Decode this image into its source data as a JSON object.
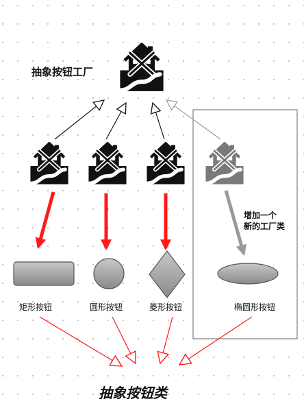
{
  "top_factory": {
    "label": "抽象按钮工厂",
    "icon": "factory-icon"
  },
  "factories": [
    {
      "name": "rectangle-factory",
      "icon": "factory-icon"
    },
    {
      "name": "circle-factory",
      "icon": "factory-icon"
    },
    {
      "name": "diamond-factory",
      "icon": "factory-icon"
    },
    {
      "name": "ellipse-factory",
      "icon": "factory-icon"
    }
  ],
  "new_factory_note": {
    "line1": "增加一个",
    "line2": "新的工厂类"
  },
  "buttons": [
    {
      "shape": "rectangle",
      "label": "矩形按钮"
    },
    {
      "shape": "circle",
      "label": "圆形按钮"
    },
    {
      "shape": "diamond",
      "label": "菱形按钮"
    },
    {
      "shape": "ellipse",
      "label": "椭圆形按钮"
    }
  ],
  "bottom_class": {
    "label": "抽象按钮类"
  },
  "colors": {
    "factory_black": "#111111",
    "factory_gray": "#7a7a7a",
    "red_arrow": "#ff1a1a",
    "gray_arrow": "#9a9a9a",
    "shape_fill": "#9a9a9a",
    "shape_stroke": "#555555",
    "dot_grid": "#6a6a6a"
  }
}
